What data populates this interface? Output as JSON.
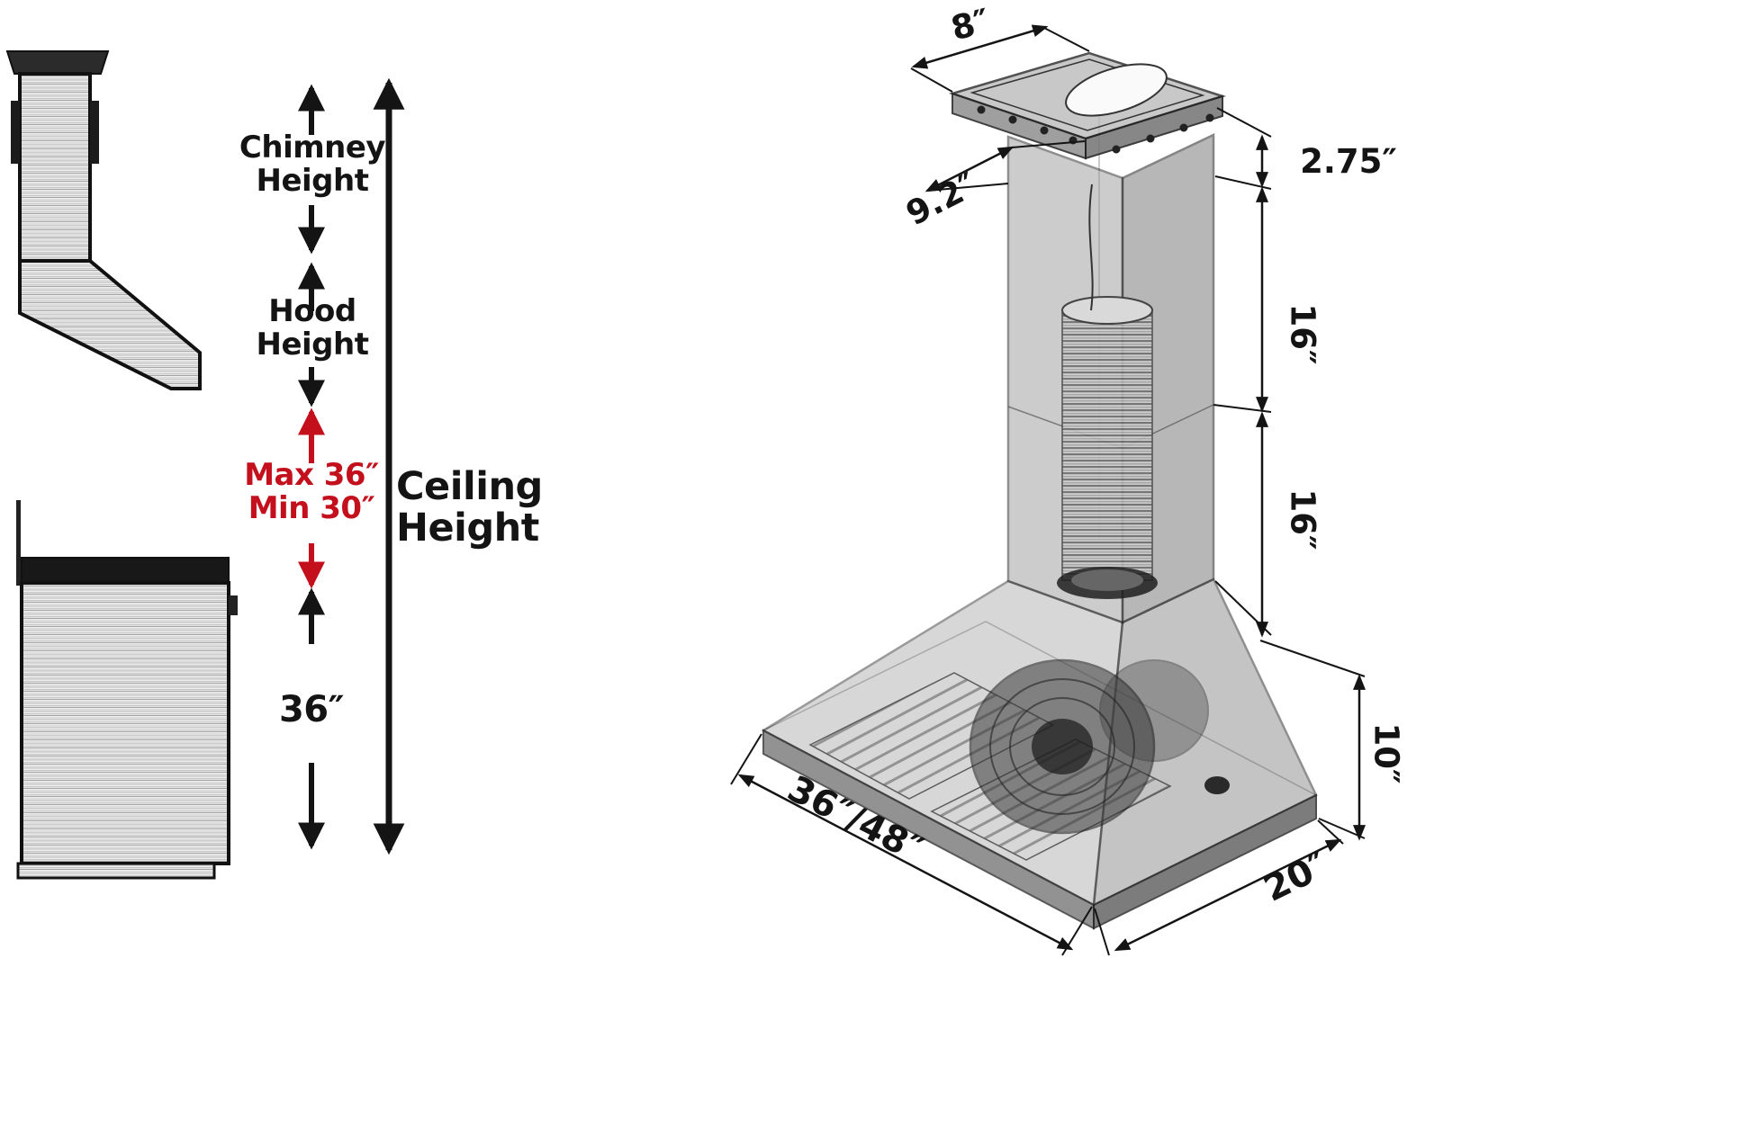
{
  "colors": {
    "accent_red": "#c3101c",
    "ink": "#141414"
  },
  "left_panel": {
    "chimney_label": {
      "line1": "Chimney",
      "line2": "Height"
    },
    "hood_label": {
      "line1": "Hood",
      "line2": "Height"
    },
    "minmax_label": {
      "line1": "Max 36″",
      "line2": "Min 30″"
    },
    "ceiling_label": {
      "line1": "Ceiling",
      "line2": "Height"
    },
    "lower_span": "36″"
  },
  "right_panel": {
    "dimensions": {
      "duct_top_width": "8″",
      "plate_depth": "9.2″",
      "plate_height": "2.75″",
      "upper_chimney": "16″",
      "lower_chimney": "16″",
      "canopy_height": "10″",
      "hood_width": "36″/48″",
      "hood_depth": "20″"
    }
  }
}
